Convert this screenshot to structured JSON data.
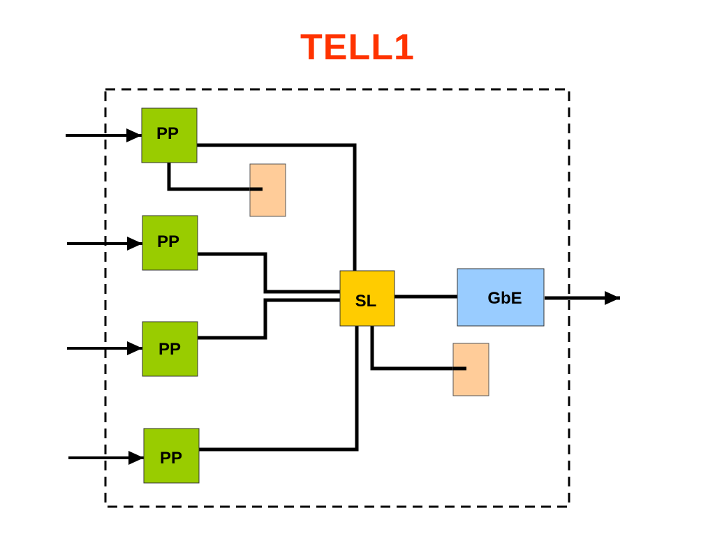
{
  "title": "TELL1",
  "blocks": {
    "pp1": "PP",
    "pp2": "PP",
    "pp3": "PP",
    "pp4": "PP",
    "sl": "SL",
    "gbe": "GbE"
  },
  "colors": {
    "title": "#ff3300",
    "pp": "#99cc00",
    "sl": "#ffcc00",
    "gbe": "#99ccff",
    "memory": "#ffcc99",
    "line": "#000000"
  }
}
